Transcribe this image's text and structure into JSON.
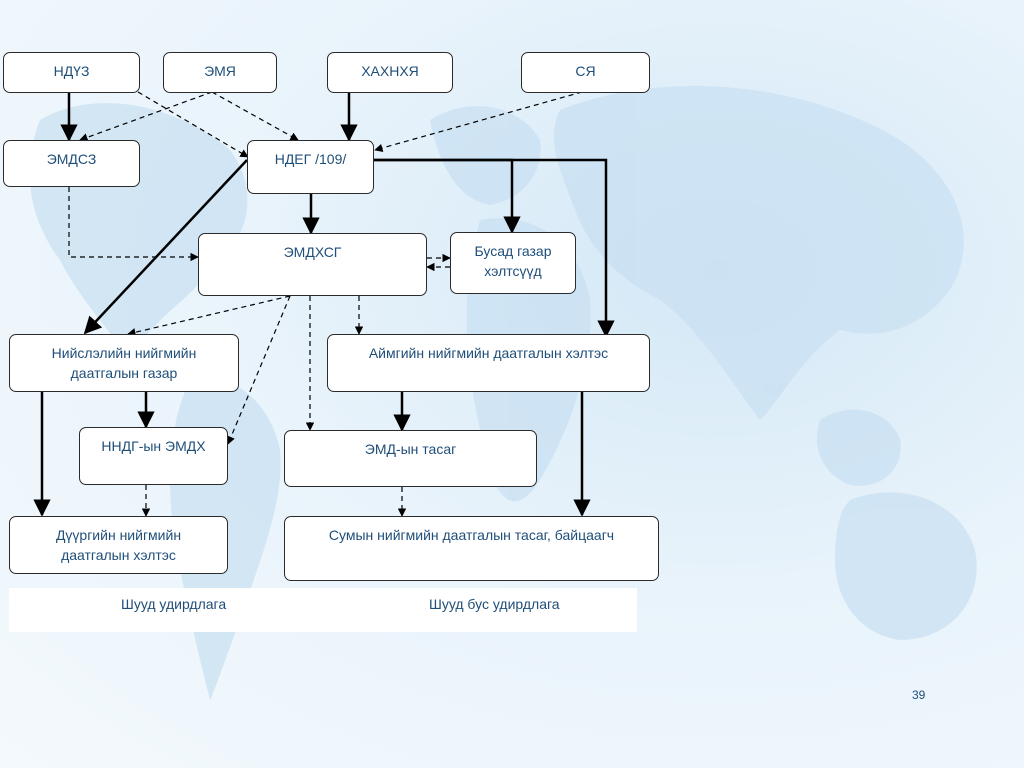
{
  "nodes": {
    "nduz": "НДҮЗ",
    "emya": "ЭМЯ",
    "khakhnkhya": "ХАХНХЯ",
    "sya": "СЯ",
    "emdsz": "ЭМДСЗ",
    "ndeg": "НДЕГ /109/",
    "emdkhsg": "ЭМДХСГ",
    "other_orgs": "Бусад газар хэлтсүүд",
    "capital_dept": "Нийслэлийн нийгмийн даатгалын газар",
    "aimag_dept": "Аймгийн нийгмийн даатгалын хэлтэс",
    "nndg_emdkh": "ННДГ-ын ЭМДХ",
    "emd_section": "ЭМД-ын тасаг",
    "district_dept": "Дүүргийн нийгмийн даатгалын хэлтэс",
    "soum_section": "Сумын нийгмийн даатгалын тасаг, байцаагч"
  },
  "legend": {
    "direct": "Шууд удирдлага",
    "indirect": "Шууд бус удирдлага"
  },
  "page_number": "39",
  "colors": {
    "text": "#1f4e79",
    "line": "#000000",
    "background": "#e8f3fb"
  }
}
